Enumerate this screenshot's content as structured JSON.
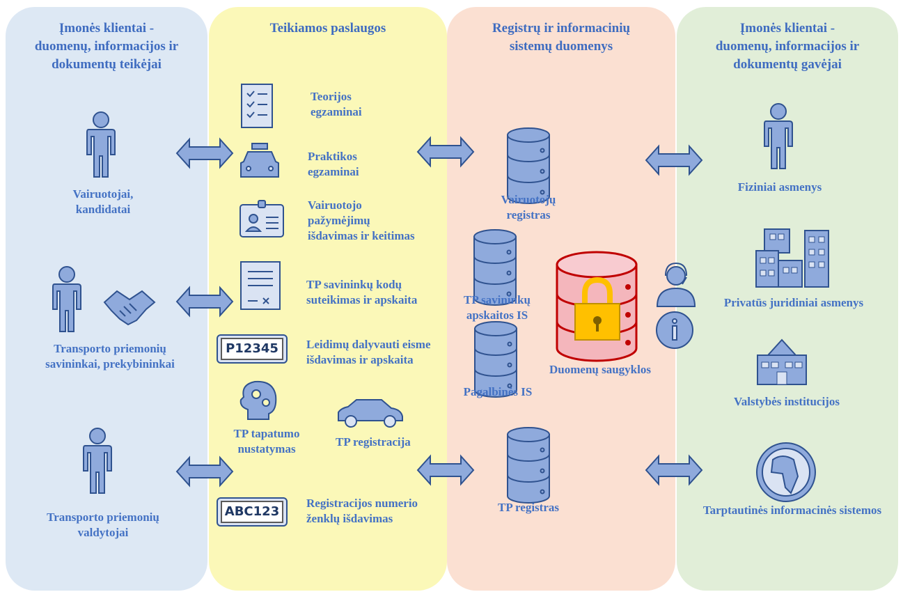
{
  "columns": {
    "providers": {
      "header": [
        "Įmonės klientai -",
        "duomenų, informacijos ir",
        "dokumentų  teikėjai"
      ],
      "drivers": [
        "Vairuotojai,",
        "kandidatai"
      ],
      "owners": [
        "Transporto priemonių",
        "savininkai, prekybininkai"
      ],
      "holders": [
        "Transporto priemonių",
        "valdytojai"
      ]
    },
    "services": {
      "header": "Teikiamos paslaugos",
      "theory": [
        "Teorijos",
        "egzaminai"
      ],
      "practice": [
        "Praktikos",
        "egzaminai"
      ],
      "license": [
        "Vairuotojo",
        "pažymėjimų",
        "išdavimas ir keitimas"
      ],
      "owner_codes": [
        "TP savininkų kodų",
        "suteikimas ir apskaita"
      ],
      "permits": [
        "Leidimų dalyvauti eisme",
        "išdavimas ir apskaita"
      ],
      "plate_permit_text": "P12345",
      "identity": [
        "TP tapatumo",
        "nustatymas"
      ],
      "vehicle_reg": "TP registracija",
      "plates": [
        "Registracijos numerio",
        "ženklų išdavimas"
      ],
      "plate_text": "ABC123"
    },
    "registers": {
      "header": [
        "Registrų ir informacinių",
        "sistemų duomenys"
      ],
      "drivers_register": [
        "Vairuotojų",
        "registras"
      ],
      "owners_is": [
        "TP savininkų",
        "apskaitos IS"
      ],
      "auxiliary_is": "Pagalbinės IS",
      "storage": "Duomenų saugyklos",
      "vehicle_register": "TP registras"
    },
    "recipients": {
      "header": [
        "Įmonės klientai -",
        "duomenų, informacijos ir",
        "dokumentų  gavėjai"
      ],
      "persons": "Fiziniai asmenys",
      "private_entities": "Privatūs juridiniai asmenys",
      "state": "Valstybės institucijos",
      "international": "Tarptautinės informacinės sistemos"
    }
  },
  "colors": {
    "providers_bg": "#dde8f4",
    "services_bg": "#fbf8b8",
    "registers_bg": "#fbe0d2",
    "recipients_bg": "#e1eed8",
    "text": "#4472c4",
    "icon_fill": "#8faadc",
    "icon_stroke": "#2f528f",
    "lock": "#ffc000"
  }
}
